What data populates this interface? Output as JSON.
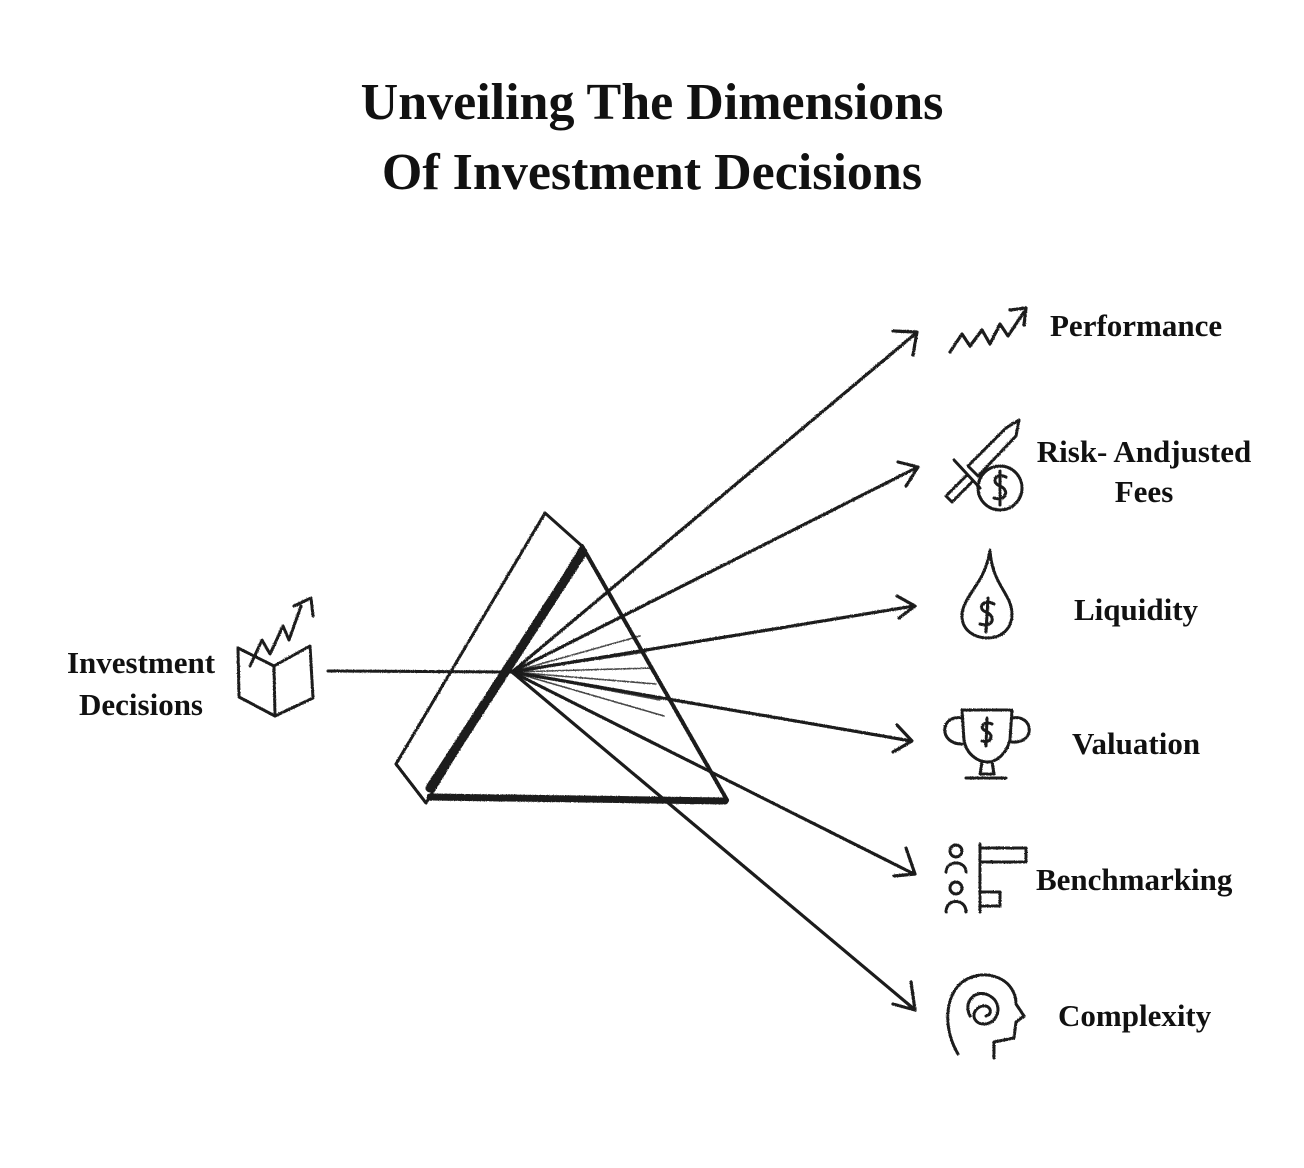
{
  "title": {
    "line1": "Unveiling The Dimensions",
    "line2": "Of Investment Decisions"
  },
  "source": {
    "line1": "Investment",
    "line2": "Decisions",
    "icon": "open-book-growth-icon"
  },
  "dimensions": [
    {
      "label": "Performance",
      "icon": "growth-arrow-icon"
    },
    {
      "label_line1": "Risk- Andjusted",
      "label_line2": "Fees",
      "icon": "sword-coin-icon"
    },
    {
      "label": "Liquidity",
      "icon": "dollar-drop-icon"
    },
    {
      "label": "Valuation",
      "icon": "trophy-icon"
    },
    {
      "label": "Benchmarking",
      "icon": "people-bars-icon"
    },
    {
      "label": "Complexity",
      "icon": "head-brain-icon"
    }
  ],
  "colors": {
    "ink": "#1a1a1a",
    "background": "#ffffff"
  }
}
